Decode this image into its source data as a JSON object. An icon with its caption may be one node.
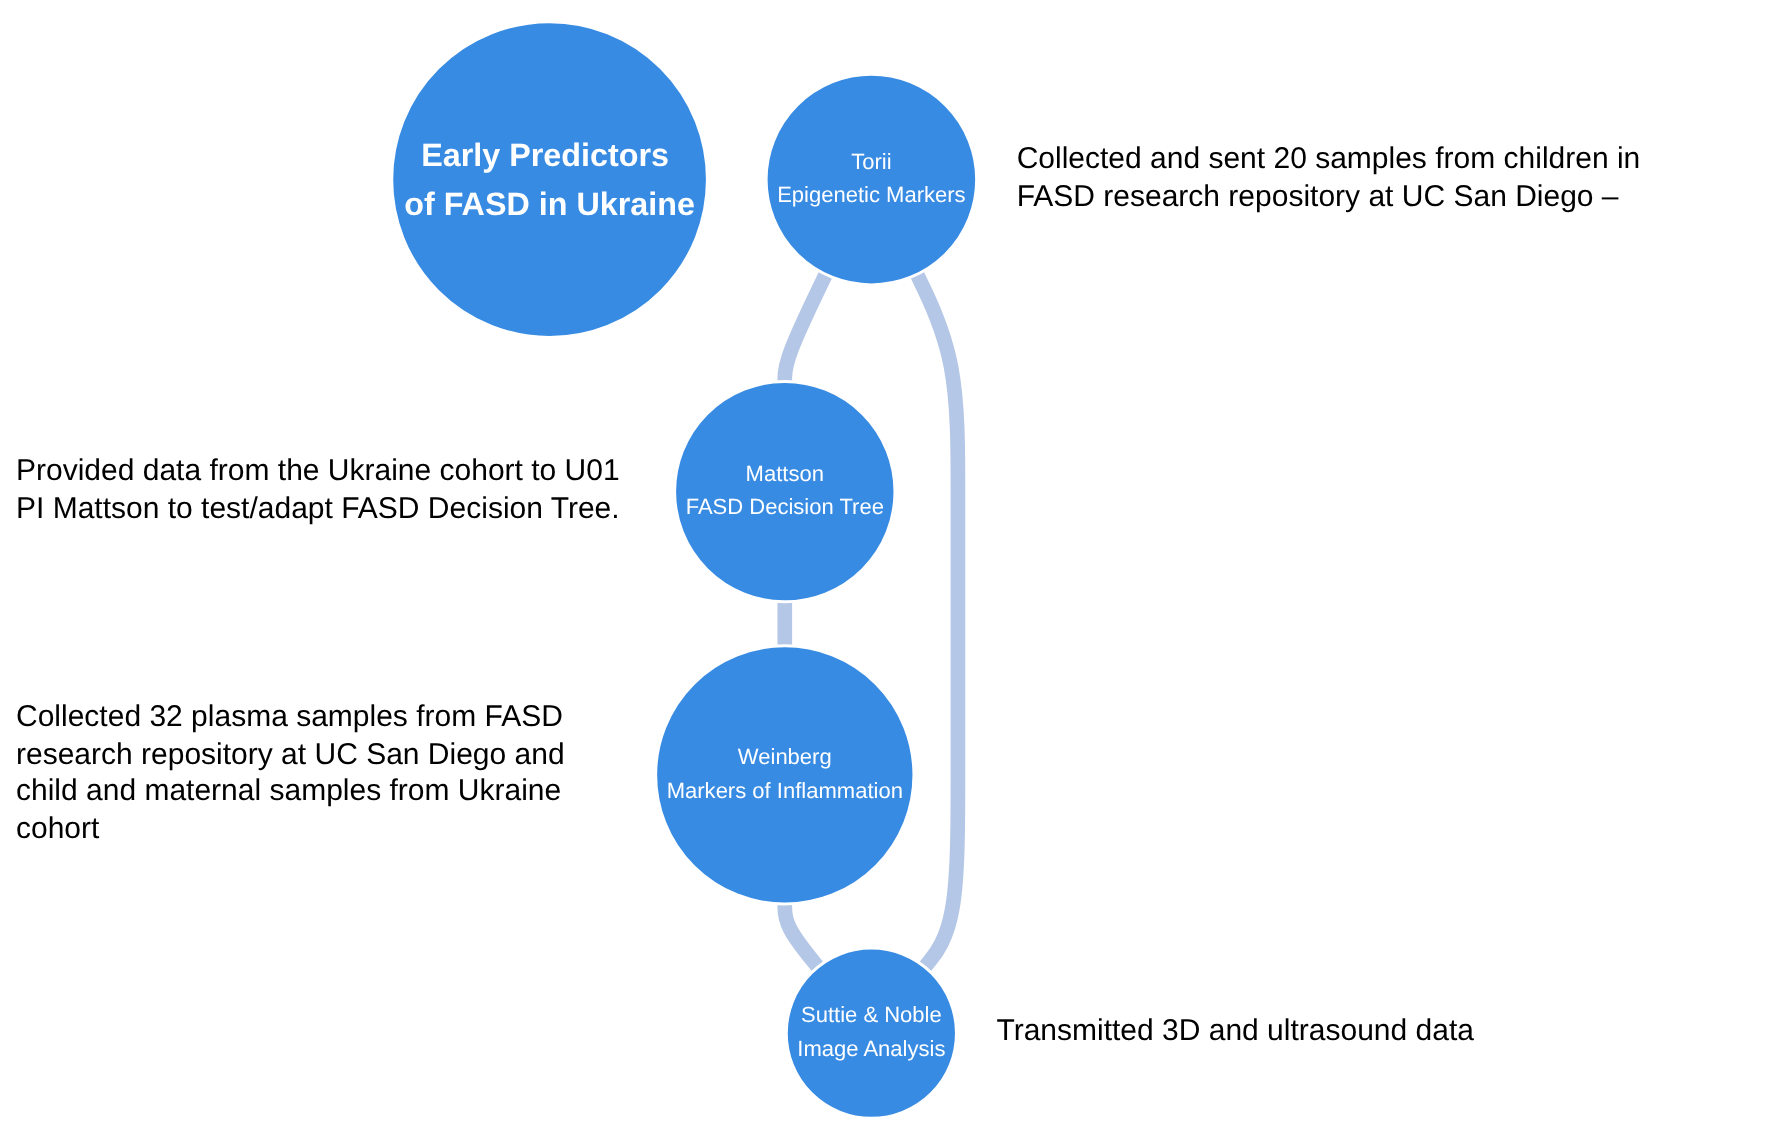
{
  "diagram": {
    "nodes": [
      {
        "text": [
          "Early Predictors of FASD in Ukraine"
        ]
      },
      {
        "text": [
          "Torii",
          "Epigenetic Markers"
        ],
        "beside": [
          "Collected and sent 20 samples from children in FASD research repository at UC San Diego –"
        ]
      },
      {
        "text": [
          "Mattson",
          "FASD Decision Tree"
        ],
        "beside": [
          "Provided data from the Ukraine cohort to U01 PI Mattson to test/adapt FASD Decision Tree."
        ]
      },
      {
        "text": [
          "Weinberg",
          "Markers of Inflammation"
        ],
        "beside": [
          "Collected 32 plasma samples from FASD research repository at UC San Diego and child and maternal samples from Ukraine cohort"
        ]
      },
      {
        "text": [
          "Suttie & Noble",
          "Image Analysis"
        ],
        "beside": [
          "Transmitted 3D and ultrasound data"
        ]
      }
    ],
    "edges": [
      {
        "from": 1,
        "to": 2,
        "arrow": "none"
      },
      {
        "from": 2,
        "to": 3,
        "arrow": "none"
      },
      {
        "from": 3,
        "to": 4,
        "arrow": "none"
      },
      {
        "from": 4,
        "to": 1,
        "arrow": "none"
      }
    ]
  }
}
